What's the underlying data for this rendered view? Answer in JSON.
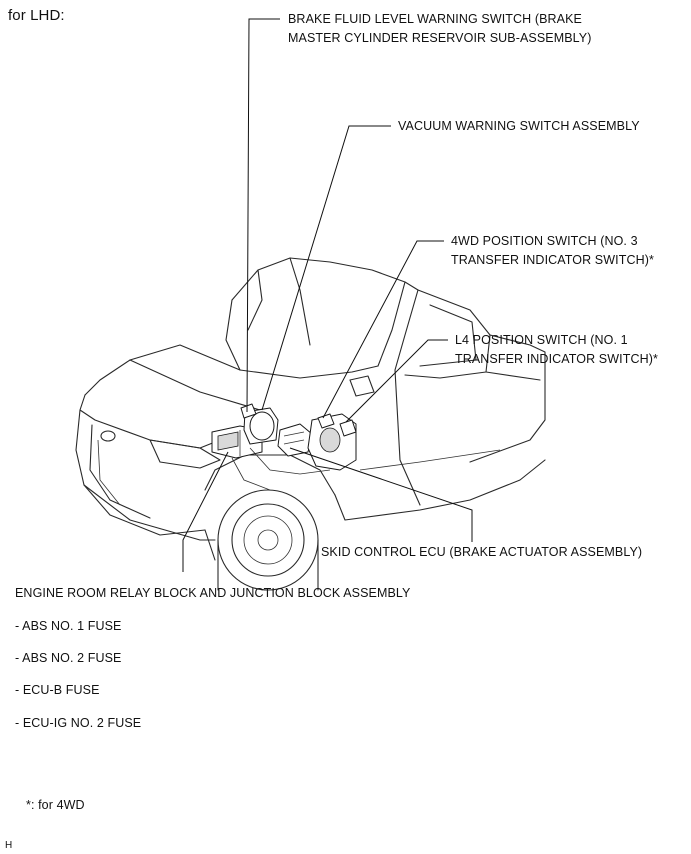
{
  "heading": "for LHD:",
  "labels": {
    "brake_fluid_switch": [
      "BRAKE FLUID LEVEL WARNING SWITCH (BRAKE",
      "MASTER CYLINDER RESERVOIR SUB-ASSEMBLY)"
    ],
    "vacuum_switch": [
      "VACUUM WARNING SWITCH ASSEMBLY"
    ],
    "fourwd_position_switch": [
      "4WD POSITION SWITCH (NO. 3",
      "TRANSFER INDICATOR SWITCH)*"
    ],
    "l4_position_switch": [
      "L4 POSITION SWITCH (NO. 1",
      "TRANSFER INDICATOR SWITCH)*"
    ],
    "skid_control_ecu": [
      "SKID CONTROL ECU (BRAKE ACTUATOR ASSEMBLY)"
    ],
    "engine_room_relay_block": [
      "ENGINE ROOM RELAY BLOCK AND JUNCTION BLOCK ASSEMBLY"
    ]
  },
  "fuses": [
    "- ABS NO. 1 FUSE",
    "- ABS NO. 2 FUSE",
    "- ECU-B FUSE",
    "- ECU-IG NO. 2 FUSE"
  ],
  "footnote": "*: for 4WD",
  "corner_mark": "H"
}
